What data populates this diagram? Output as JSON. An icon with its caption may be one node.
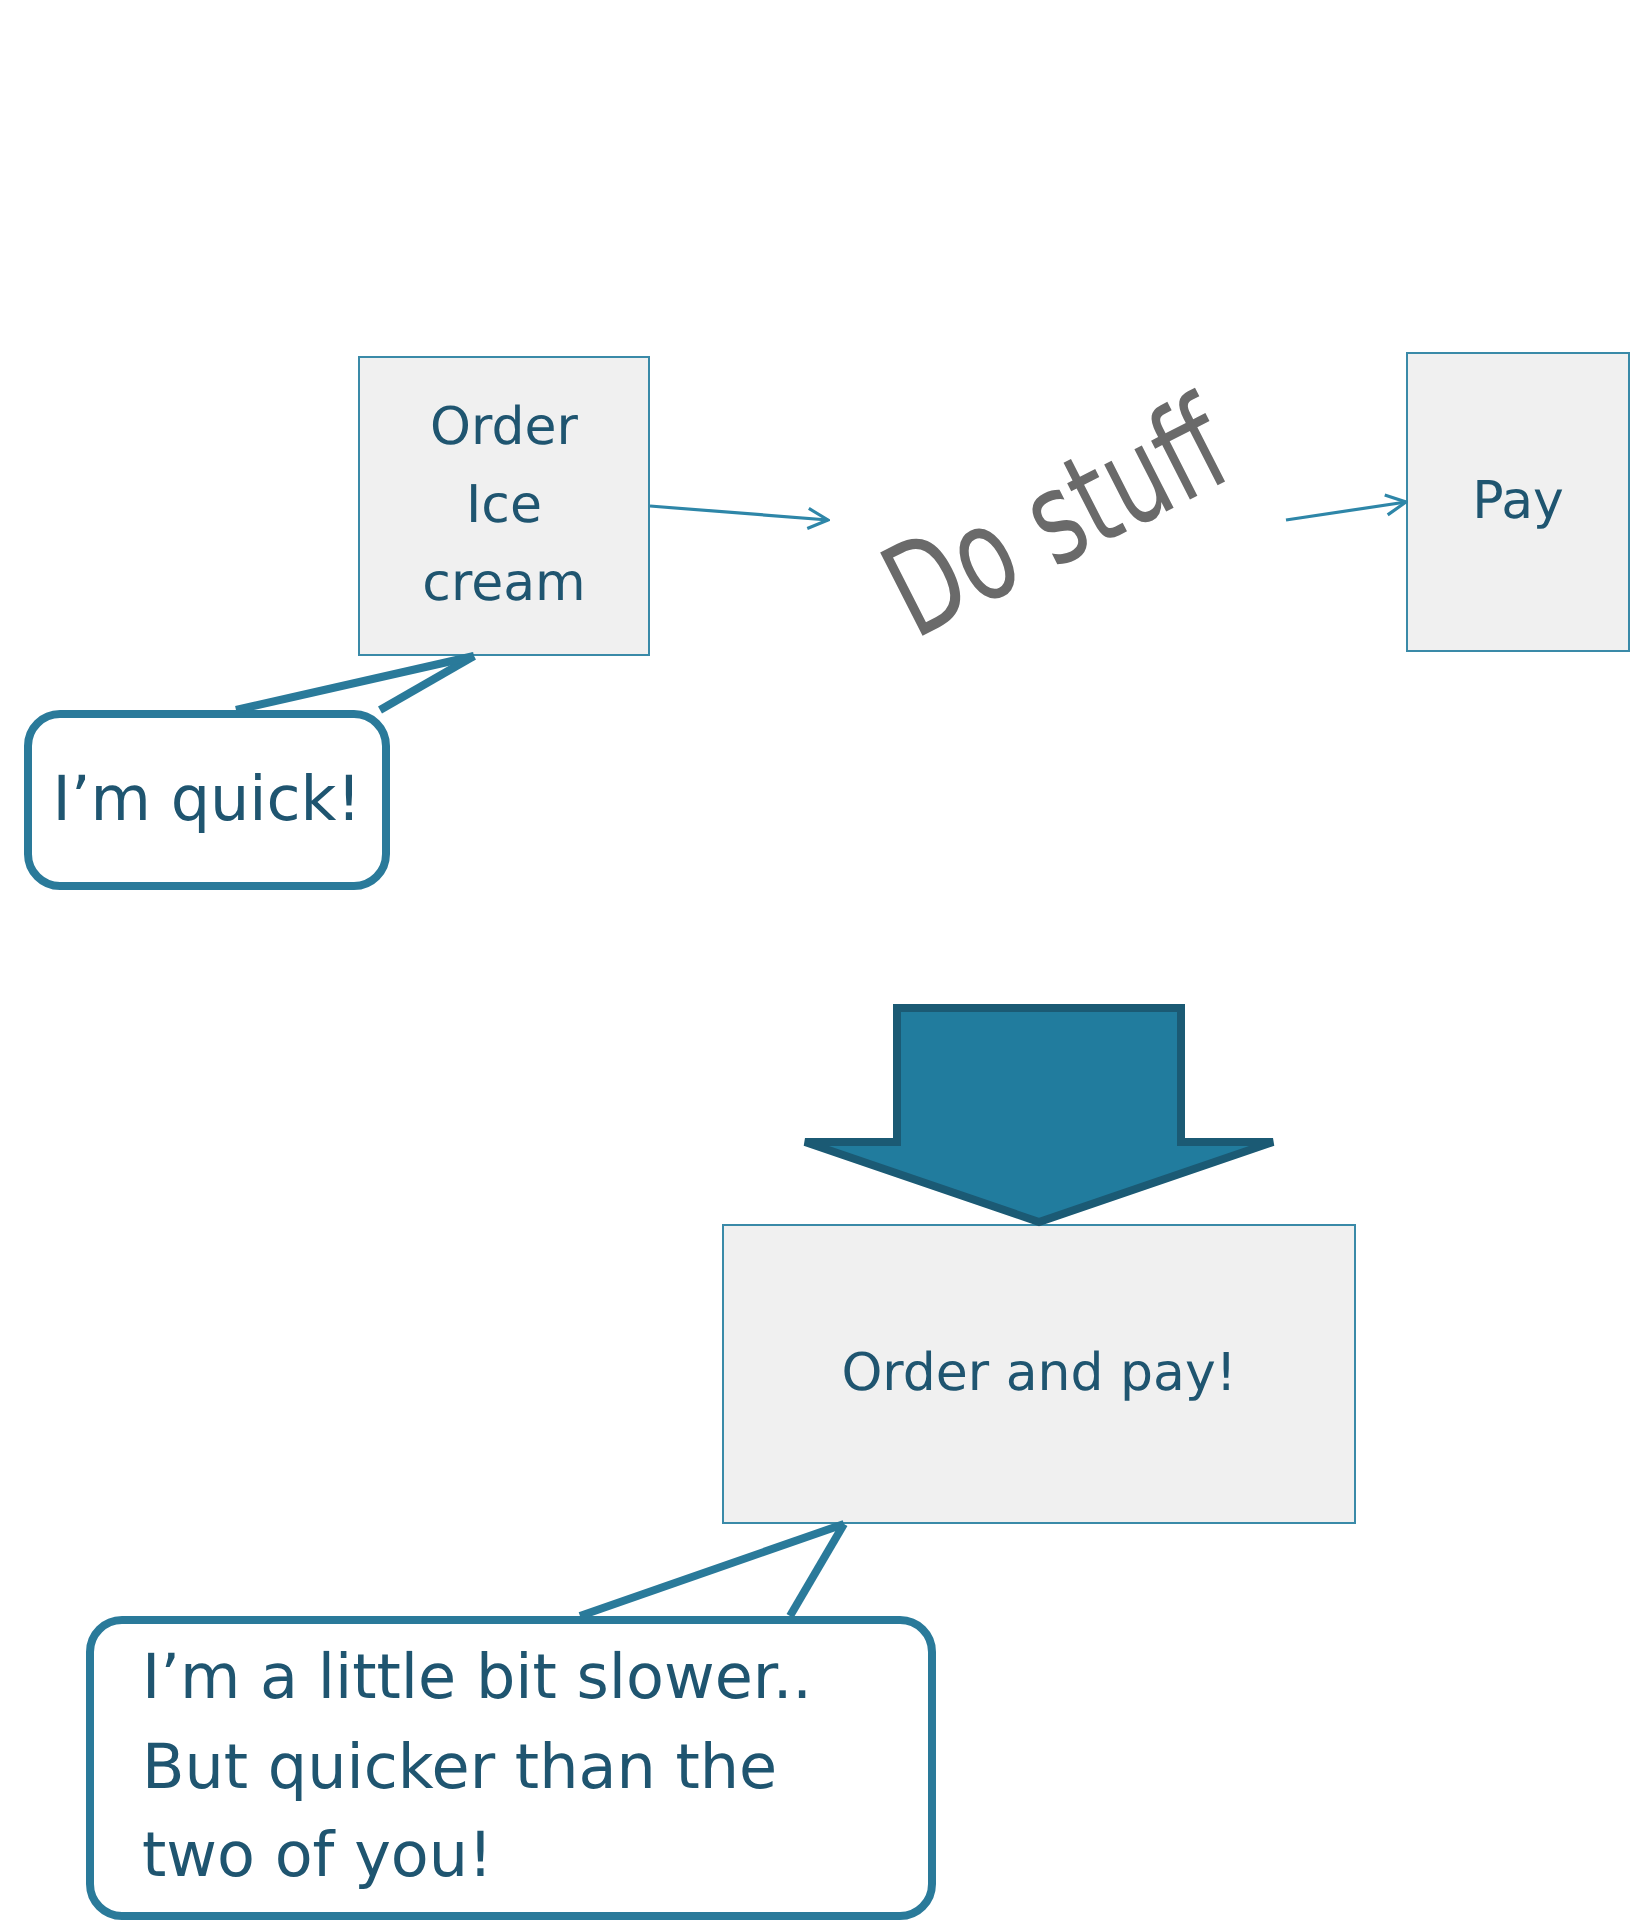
{
  "diagram": {
    "nodes": [
      {
        "text": [
          "Order Ice cream"
        ]
      },
      {
        "text": [
          "Do stuff"
        ]
      },
      {
        "text": [
          "Pay"
        ]
      },
      {
        "text": [
          "I’m quick!"
        ]
      },
      {
        "text": [
          "Order and pay!"
        ]
      },
      {
        "text": [
          "I’m a little bit slower.. But quicker than the two of you!"
        ]
      }
    ],
    "edges": [
      {
        "from": 0,
        "to": 1,
        "arrow": "to"
      },
      {
        "from": 1,
        "to": 2,
        "arrow": "to"
      },
      {
        "from": 3,
        "to": 0,
        "arrow": "none",
        "style": "thick"
      },
      {
        "from": null,
        "to": 4,
        "arrow": "to",
        "style": "thick"
      },
      {
        "from": 5,
        "to": 4,
        "arrow": "none",
        "style": "thick"
      }
    ]
  }
}
